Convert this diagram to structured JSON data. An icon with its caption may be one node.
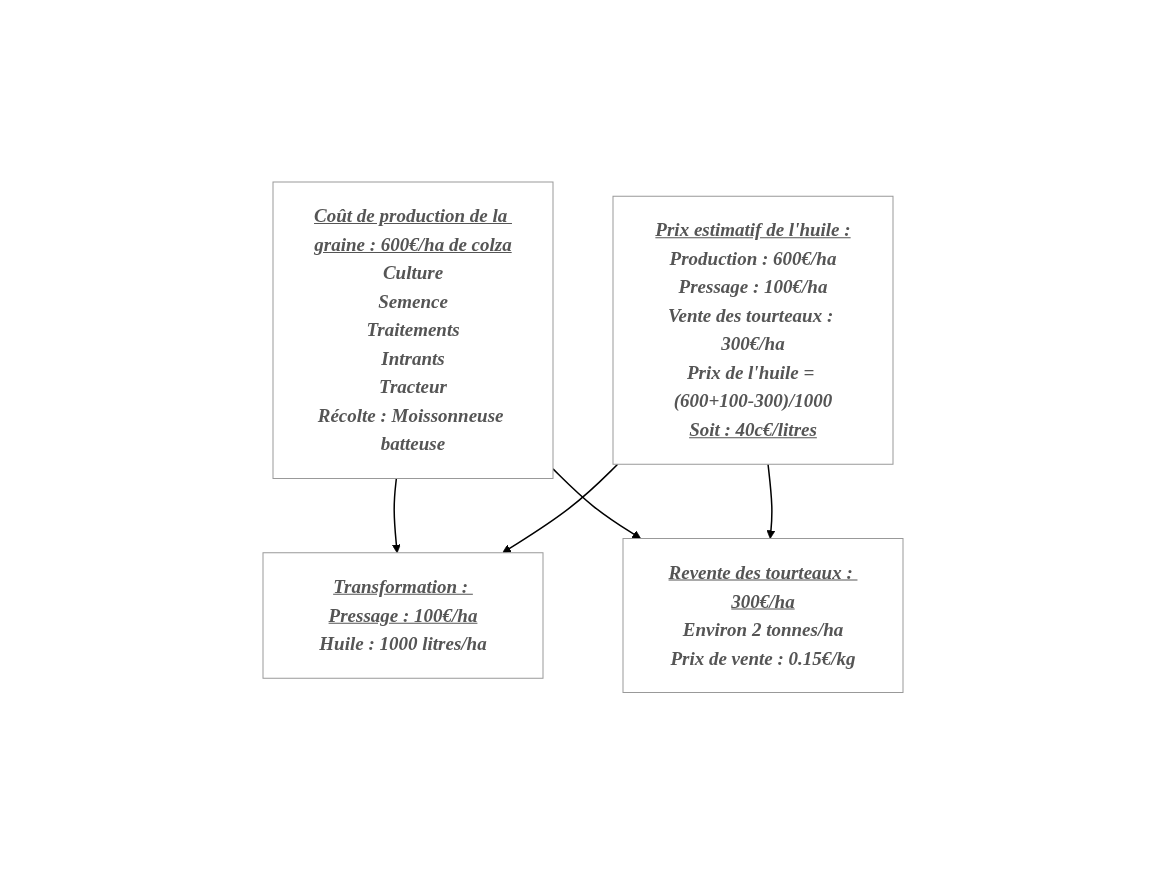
{
  "diagram": {
    "nodes": [
      {
        "text": [
          "Coût de production de la graine : 600€/ha de colza",
          "Culture",
          "Semence",
          "Traitements",
          "Intrants",
          "Tracteur",
          "Récolte : Moissonneuse batteuse"
        ]
      },
      {
        "text": [
          "Transformation : Pressage : 100€/ha",
          "Huile : 1000 litres/ha"
        ]
      },
      {
        "text": [
          "Revente des tourteaux : 300€/ha",
          "Environ 2 tonnes/ha",
          "Prix de vente : 0.15€/kg"
        ]
      },
      {
        "text": [
          "Prix estimatif de l'huile :",
          "Production : 600€/ha",
          "Pressage : 100€/ha",
          "Vente des tourteaux : 300€/ha",
          "Prix de l'huile = (600+100-300)/1000",
          "Soit : 40c€/litres"
        ]
      }
    ],
    "edges": [
      {
        "from": 0,
        "to": 1,
        "arrow": "to"
      },
      {
        "from": 0,
        "to": 2,
        "arrow": "to"
      },
      {
        "from": 3,
        "to": 1,
        "arrow": "to"
      },
      {
        "from": 3,
        "to": 2,
        "arrow": "to"
      }
    ]
  }
}
